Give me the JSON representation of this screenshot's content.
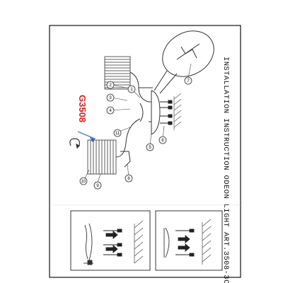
{
  "sheet": {
    "title": "INSTALLATION INSTRUCTION ODEON LIGHT ART.3508-3C",
    "product_code": "G3508",
    "callouts": [
      "1",
      "2",
      "3",
      "4",
      "5",
      "6",
      "7",
      "8",
      "9",
      "10",
      "11"
    ],
    "colors": {
      "line": "#3a3a3a",
      "code_text": "#d42020",
      "code_arrow": "#4a7bd0",
      "frame": "#111111",
      "callout_fill": "#f4f4f4"
    }
  }
}
